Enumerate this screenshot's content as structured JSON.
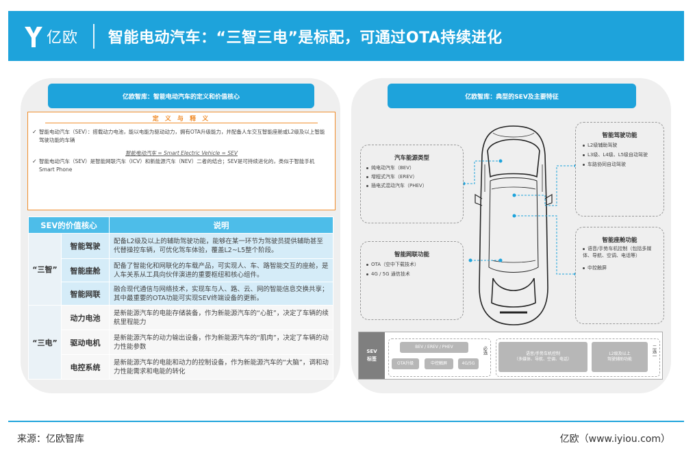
{
  "header": {
    "logo_text": "亿欧",
    "title": "智能电动汽车：“三智三电”是标配，可通过OTA持续进化"
  },
  "left_panel": {
    "pill_title": "亿欧智库：智能电动汽车的定义和价值核心",
    "definition": {
      "title": "定 义 与 释 义",
      "item1": "智能电动汽车（SEV）：搭载动力电池，能以电能为驱动动力，拥有OTA升级能力，并配备人车交互智能座舱或L2级及以上智能驾驶功能的车辆",
      "formula": "智能电动汽车 = Smart Electric Vehicle = SEV",
      "item2": "智能电动汽车（SEV）是智能网联汽车（ICV）和新能源汽车（NEV）二者的结合；SEV是可持续进化的，类似于智能手机Smart Phone"
    },
    "table": {
      "headers": [
        "SEV的价值核心",
        "说明"
      ],
      "groups": [
        {
          "name": "“三智”",
          "rows": [
            {
              "sub": "智能驾驶",
              "desc": "配备L2级及以上的辅助驾驶功能，能够在某一环节为驾驶员提供辅助甚至代替操控车辆，可优化驾车体验，覆盖L2~L5整个阶段。"
            },
            {
              "sub": "智能座舱",
              "desc": "配备了智能化和网联化的车载产品，可实现人、车、路智能交互的座舱，是人车关系从工具向伙伴演进的重要枢纽和核心组件。"
            },
            {
              "sub": "智能网联",
              "desc": "融合现代通信与网络技术，实现车与人、路、云、网的智能信息交换共享；其中最重要的OTA功能可实现SEV终端设备的更新。"
            }
          ]
        },
        {
          "name": "“三电”",
          "rows": [
            {
              "sub": "动力电池",
              "desc": "是新能源汽车的电能存储装备，作为新能源汽车的“心脏”，决定了车辆的续航里程能力"
            },
            {
              "sub": "驱动电机",
              "desc": "是新能源汽车的动力输出设备，作为新能源汽车的“肌肉”，决定了车辆的动力性能参数"
            },
            {
              "sub": "电控系统",
              "desc": "是新能源汽车的电能和动力的控制设备，作为新能源汽车的“大脑”，调和动力性能需求和电能的转化"
            }
          ]
        }
      ]
    }
  },
  "right_panel": {
    "pill_title": "亿欧智库：典型的SEV及主要特征",
    "energy": {
      "title": "汽车能源类型",
      "items": [
        "纯电动汽车（BEV）",
        "增程式汽车（EREV）",
        "插电式混动汽车（PHEV）"
      ]
    },
    "network": {
      "title": "智能网联功能",
      "items": [
        "OTA（空中下载技术）",
        "4G / 5G 通信技术"
      ]
    },
    "driving": {
      "title": "智能驾驶功能",
      "items": [
        "L2级辅助驾驶",
        "L3级、L4级、L5级自动驾驶",
        "车路协同自动驾驶"
      ]
    },
    "cockpit": {
      "title": "智能座舱功能",
      "items": [
        "语音/手势车机控制（包括多媒体、导航、空调、电话等）",
        "中控触屏"
      ]
    },
    "strip": {
      "label": "SEV\n标签",
      "bev": "BEV / EREV / PHEV",
      "ota": "OTA升级",
      "screen": "中控触屏",
      "g45": "4G/5G",
      "required": "必选",
      "voice": "语音/手势车机控制\n（多媒体、导航、空调、电话）",
      "l2": "L2级及以上\n驾驶辅助功能",
      "choose": "二选一"
    }
  },
  "footer": {
    "source": "来源：亿欧智库",
    "site": "亿欧（www.iyiou.com）"
  },
  "colors": {
    "brand_blue": "#1ea3db",
    "table_header": "#4dbde9",
    "definition_border": "#f08c2a"
  }
}
